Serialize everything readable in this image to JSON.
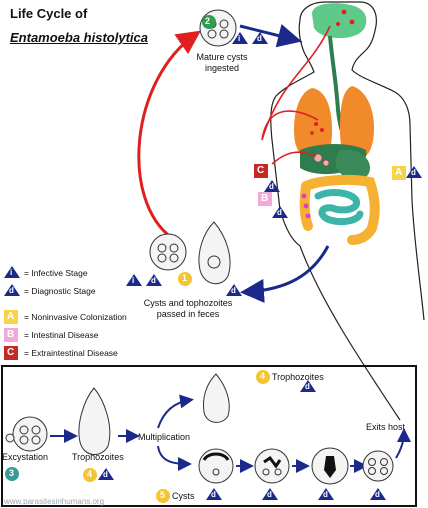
{
  "title_line1": "Life Cycle of",
  "title_line2": "Entamoeba histolytica",
  "labels": {
    "mature_cysts": "Mature cysts\ningested",
    "cysts_passed": "Cysts and tophozoites\npassed in feces",
    "excystation": "Excystation",
    "trophozoites_left": "Trophozoites",
    "multiplication": "Multiplication",
    "trophozoites_top": "Trophozoites",
    "cysts": "Cysts",
    "exits_host": "Exits host"
  },
  "step_numbers": {
    "s1": "1",
    "s2": "2",
    "s3": "3",
    "s4a": "4",
    "s4b": "4",
    "s5": "5"
  },
  "badges": {
    "infective": "i",
    "diagnostic": "d",
    "A": "A",
    "B": "B",
    "C": "C"
  },
  "legend": [
    {
      "badge": "i",
      "text": "= Infective Stage"
    },
    {
      "badge": "d",
      "text": "= Diagnostic Stage"
    },
    {
      "badge": "A",
      "text": "= Noninvasive Colonization"
    },
    {
      "badge": "B",
      "text": "= Intestinal Disease"
    },
    {
      "badge": "C",
      "text": "= Extraintestinal Disease"
    }
  ],
  "watermark": "www.parasitesinhumans.org",
  "colors": {
    "infective_badge": "#1a237e",
    "diagnostic_badge": "#1a237e",
    "A": "#f6d44a",
    "B": "#f4a8d8",
    "C": "#c62828",
    "step_green": "#2e9d4e",
    "step_yellow": "#f6c431",
    "step_teal": "#3a9a9a",
    "arrow_red": "#e02020",
    "arrow_blue": "#1b2a8a",
    "brain": "#5fc98a",
    "lungs": "#f08a2a",
    "liver": "#2e7d4e",
    "intestine_small": "#3cb4a8",
    "intestine_large": "#f6b133"
  }
}
